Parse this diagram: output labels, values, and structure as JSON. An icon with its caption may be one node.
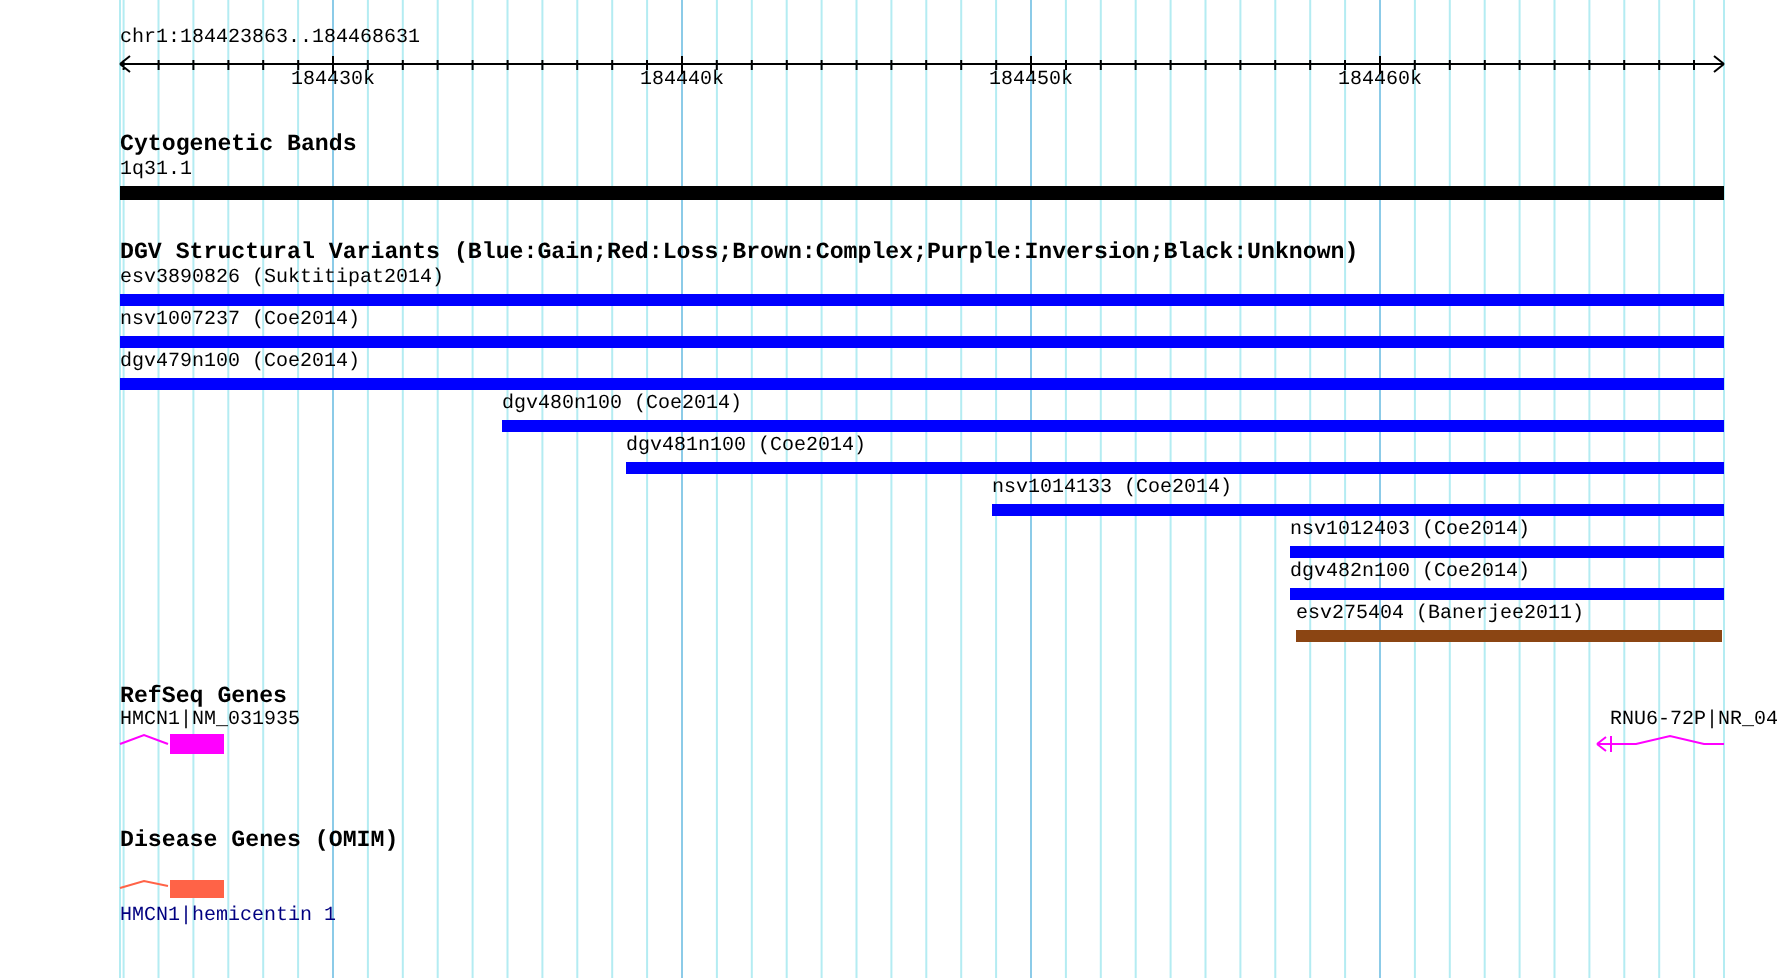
{
  "diagram": {
    "nodes": [
      {
        "text": [
          "1q31.1"
        ]
      },
      {
        "text": [
          "esv3890826 (Suktitipat2014)"
        ]
      },
      {
        "text": [
          "nsv1007237 (Coe2014)"
        ]
      },
      {
        "text": [
          "dgv479n100 (Coe2014)"
        ]
      },
      {
        "text": [
          "dgv480n100 (Coe2014)"
        ]
      },
      {
        "text": [
          "dgv481n100 (Coe2014)"
        ]
      },
      {
        "text": [
          "nsv1014133 (Coe2014)"
        ]
      },
      {
        "text": [
          "nsv1012403 (Coe2014)"
        ]
      },
      {
        "text": [
          "dgv482n100 (Coe2014)"
        ]
      },
      {
        "text": [
          "esv275404 (Banerjee2011)"
        ]
      },
      {
        "text": [
          "HMCN1|NM_031935"
        ]
      },
      {
        "text": [
          "RNU6-72P|NR_04"
        ]
      },
      {
        "text": [
          "HMCN1|hemicentin 1"
        ]
      }
    ],
    "labels": [
      "chr1:184423863..184468631",
      "184430k",
      "184440k",
      "184450k",
      "184460k",
      "Cytogenetic Bands",
      "DGV Structural Variants (Blue:Gain;Red:Loss;Brown:Complex;Purple:Inversion;Black:Unknown)",
      "RefSeq Genes",
      "Disease Genes (OMIM)"
    ]
  }
}
